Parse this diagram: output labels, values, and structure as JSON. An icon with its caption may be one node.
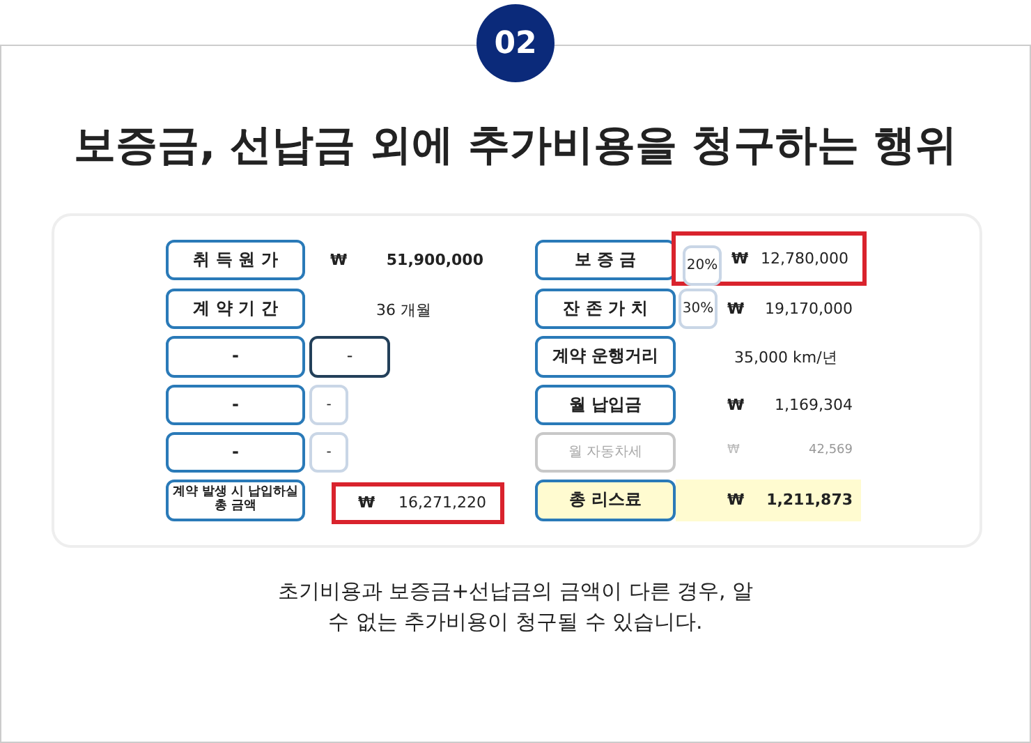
{
  "diagram": {
    "title": "보증금, 선납금 외에 **추가비용을 청구하는 행위**",
    "caption": "초기비용과 보증금+선납금의 금액이 다른 경우, 알 수 없는 추가비용이 청구될 수 있습니다.",
    "nodes": [
      {
        "text": [
          "02"
        ]
      },
      {
        "text": [
          "취 득 원 가"
        ]
      },
      {
        "text": [
          "계 약 기 간"
        ]
      },
      {
        "text": [
          "-"
        ]
      },
      {
        "text": [
          "-"
        ]
      },
      {
        "text": [
          "-"
        ]
      },
      {
        "text": [
          "-"
        ]
      },
      {
        "text": [
          "-"
        ]
      },
      {
        "text": [
          "-"
        ]
      },
      {
        "text": [
          "계약 발생 시 납입하실 총 금액"
        ]
      },
      {
        "text": [
          "₩",
          "16,271,220"
        ]
      },
      {
        "text": [
          "보 증 금"
        ]
      },
      {
        "text": [
          "₩",
          "12,780,000"
        ]
      },
      {
        "text": [
          "20%"
        ],
        "in": 12
      },
      {
        "text": [
          "잔 존 가 치"
        ]
      },
      {
        "text": [
          "30%"
        ]
      },
      {
        "text": [
          "계약 운행거리"
        ]
      },
      {
        "text": [
          "월 납입금"
        ]
      },
      {
        "text": [
          "월 자동차세"
        ]
      },
      {
        "text": [
          "총 리스료"
        ]
      }
    ],
    "labels": [
      "₩",
      "51,900,000",
      "36 개월",
      "₩",
      "19,170,000",
      "35,000 km/년",
      "₩",
      "1,169,304",
      "₩",
      "42,569",
      "₩",
      "1,211,873"
    ]
  }
}
